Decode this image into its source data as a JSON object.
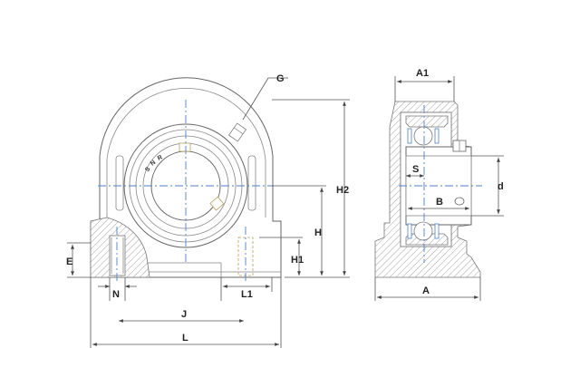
{
  "labels": {
    "A1": "A1",
    "A": "A",
    "G": "G",
    "H2": "H2",
    "H": "H",
    "H1": "H1",
    "E": "E",
    "N": "N",
    "L1": "L1",
    "J": "J",
    "L": "L",
    "S": "S",
    "B": "B",
    "d": "d"
  },
  "brand": {
    "S": "S",
    "N": "N",
    "R": "R"
  },
  "colors": {
    "axis": "#4f7fc9",
    "outline": "#666666",
    "hatch": "#999999"
  }
}
